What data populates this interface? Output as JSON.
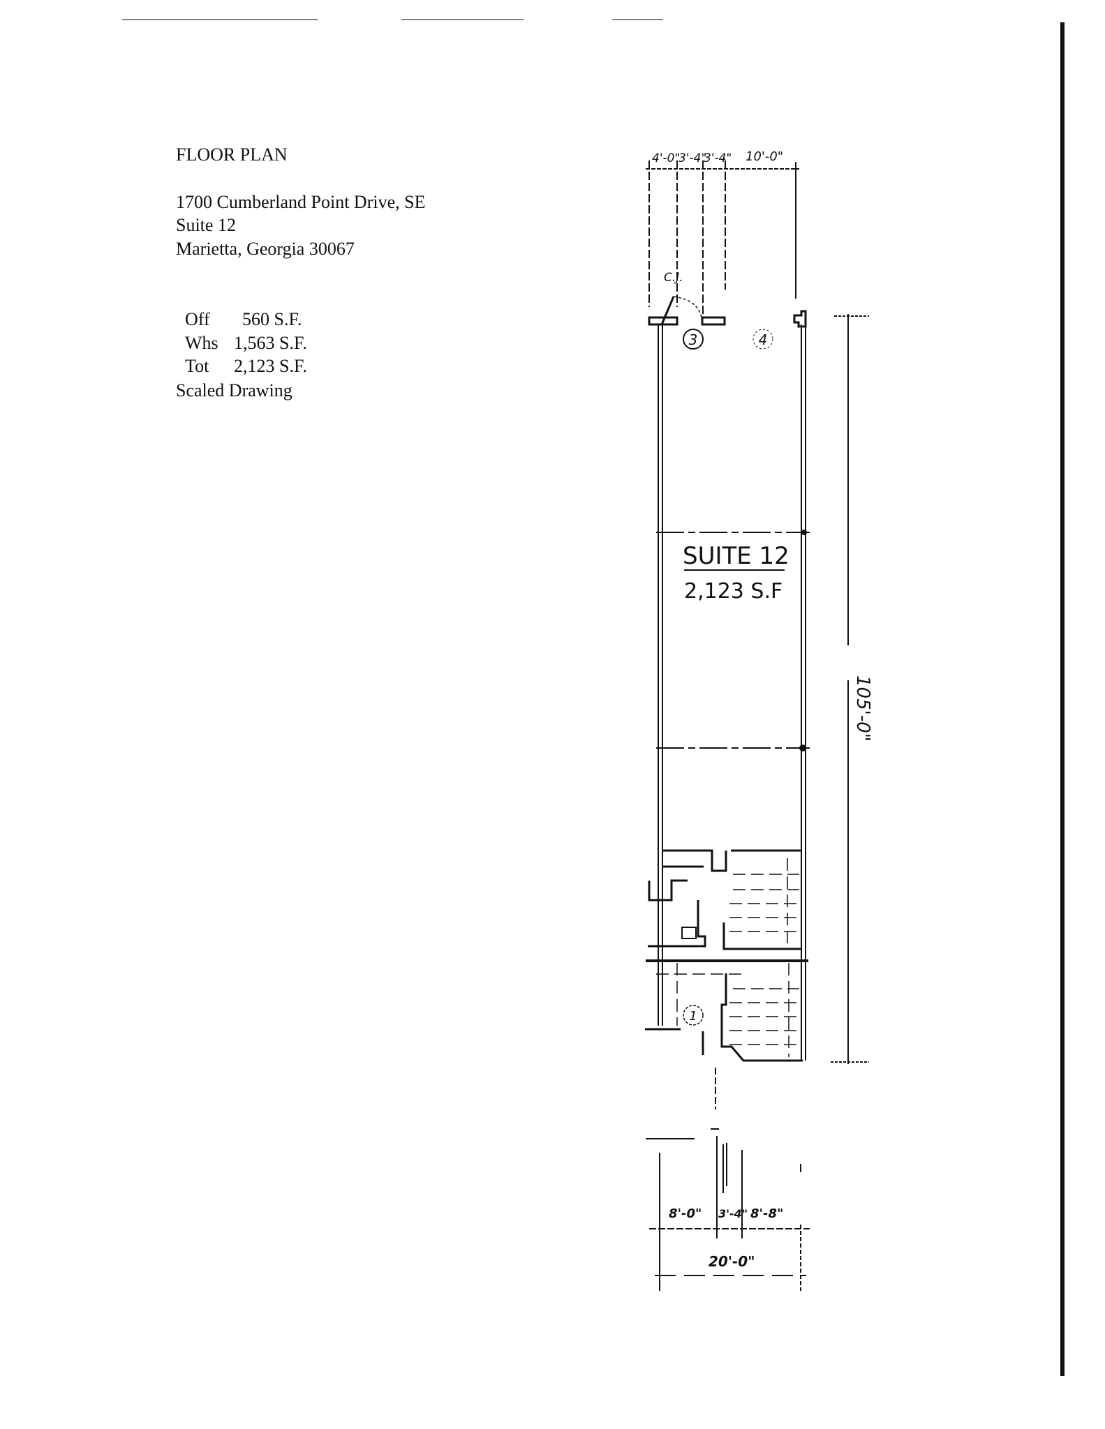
{
  "header": {
    "title": "FLOOR PLAN",
    "address_line1": "1700 Cumberland Point Drive, SE",
    "address_line2": "Suite 12",
    "address_line3": "Marietta, Georgia 30067"
  },
  "areas": [
    {
      "label": "Off",
      "value": "560 S.F."
    },
    {
      "label": "Whs",
      "value": "1,563 S.F."
    },
    {
      "label": "Tot",
      "value": "2,123 S.F."
    }
  ],
  "note": "Scaled Drawing",
  "drawing": {
    "suite_label": "SUITE 12",
    "suite_area": "2,123 S.F",
    "top_dims": [
      "4'-0\"",
      "3'-4\"",
      "3'-4\"",
      "10'-0\""
    ],
    "cj_label": "C.J.",
    "door_markers": [
      "3",
      "4",
      "1"
    ],
    "depth_dim": "105'-0\"",
    "bottom_dims": [
      "8'-0\"",
      "3'-4\"",
      "8'-8\""
    ],
    "width_dim": "20'-0\""
  }
}
